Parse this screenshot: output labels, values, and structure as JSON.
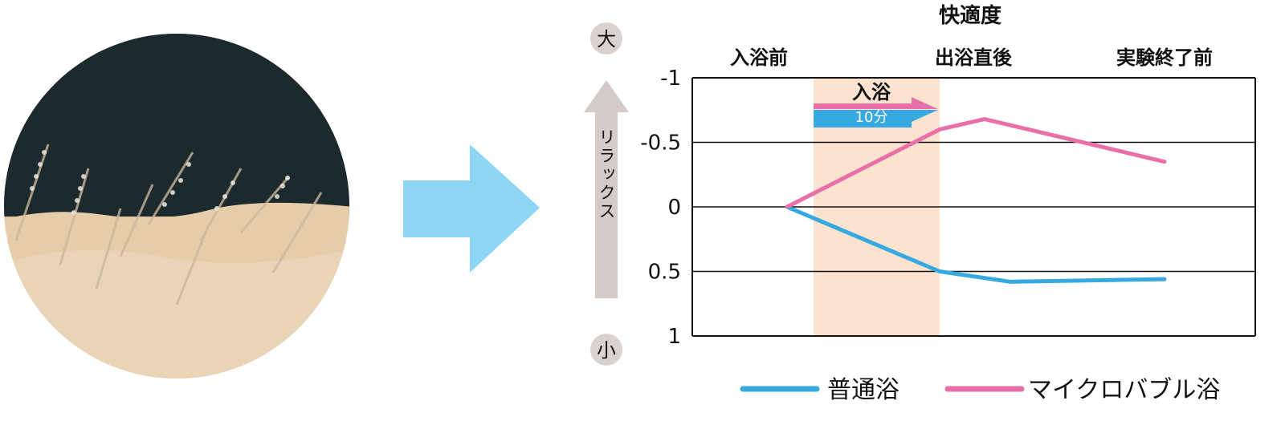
{
  "photo": {
    "description_icon": "skin-with-microbubbles-photo"
  },
  "flow_arrow": {
    "icon": "right-arrow-icon",
    "color": "#8ed6f5"
  },
  "chart_data": {
    "type": "line",
    "title": "快適度",
    "phases": [
      "入浴前",
      "出浴直後",
      "実験終了前"
    ],
    "ytick_labels": [
      "-1",
      "-0.5",
      "0",
      "0.5",
      "1"
    ],
    "ylim": [
      -1,
      1
    ],
    "y_inverted": true,
    "grid": true,
    "scale": {
      "top_label": "大",
      "bottom_label": "小",
      "arrow_label": "リラックス",
      "arrow_color": "#d3cbc7",
      "circle_color": "#d9d2ce"
    },
    "bathing_period": {
      "label": "入浴",
      "duration_label": "10分",
      "x_range": [
        0.25,
        1.25
      ],
      "shade_color": "#fbe3cf",
      "top_arrow_color": "#e86fa7",
      "bottom_arrow_color": "#36a9e1"
    },
    "series": [
      {
        "name": "普通浴",
        "color": "#36a9e1",
        "points": [
          [
            0,
            0
          ],
          [
            1.25,
            0.5
          ],
          [
            1.8,
            0.58
          ],
          [
            3,
            0.56
          ]
        ]
      },
      {
        "name": "マイクロバブル浴",
        "color": "#e86fa7",
        "points": [
          [
            0,
            0
          ],
          [
            1.25,
            -0.6
          ],
          [
            1.6,
            -0.68
          ],
          [
            3,
            -0.35
          ]
        ]
      }
    ],
    "legend_position": "bottom-center"
  }
}
